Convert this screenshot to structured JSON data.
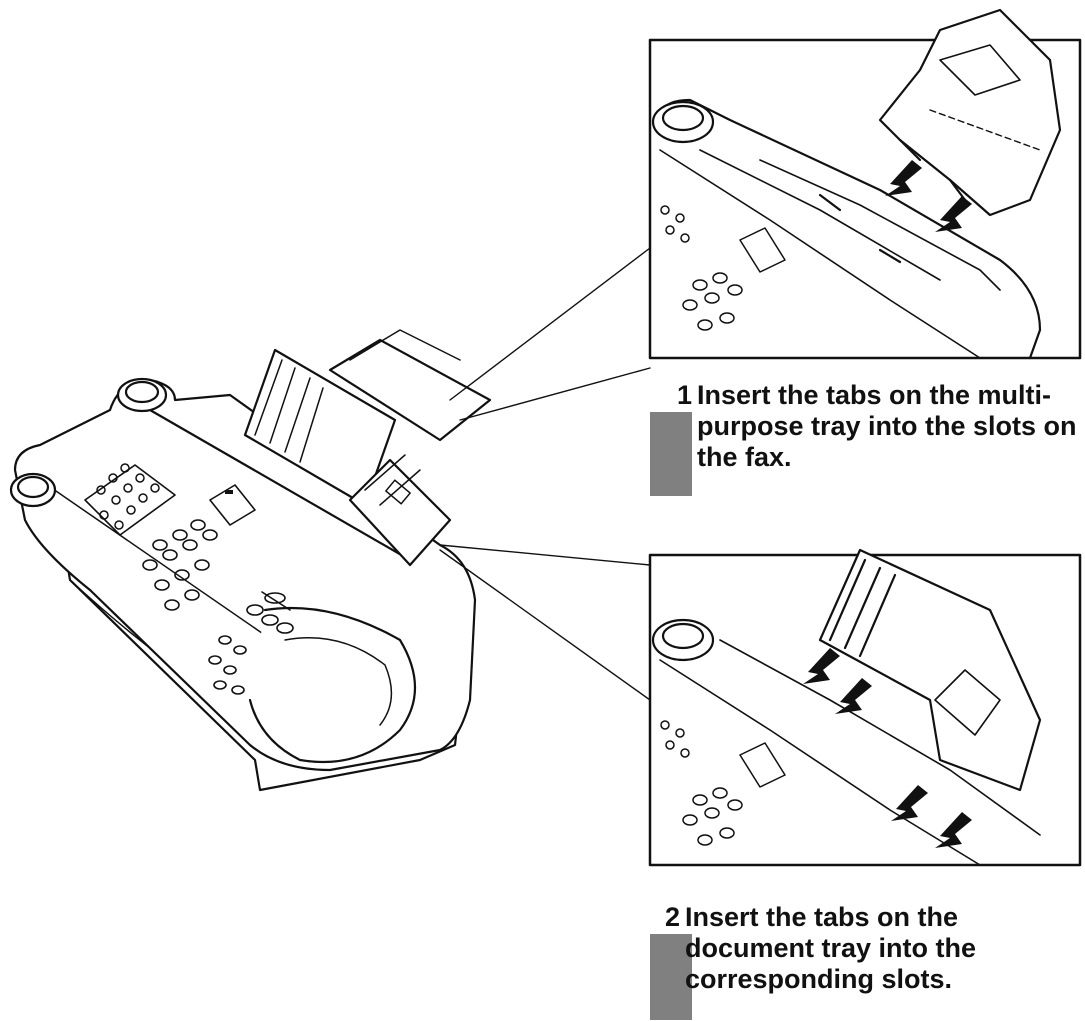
{
  "steps": [
    {
      "number": "1",
      "text": "Insert the tabs on the multi-\npurpose tray into the slots on\nthe fax."
    },
    {
      "number": "2",
      "text": "Insert the tabs on the\ndocument tray into the\ncorresponding slots."
    }
  ],
  "colors": {
    "line": "#111111",
    "bar": "#808080",
    "background": "#ffffff"
  }
}
